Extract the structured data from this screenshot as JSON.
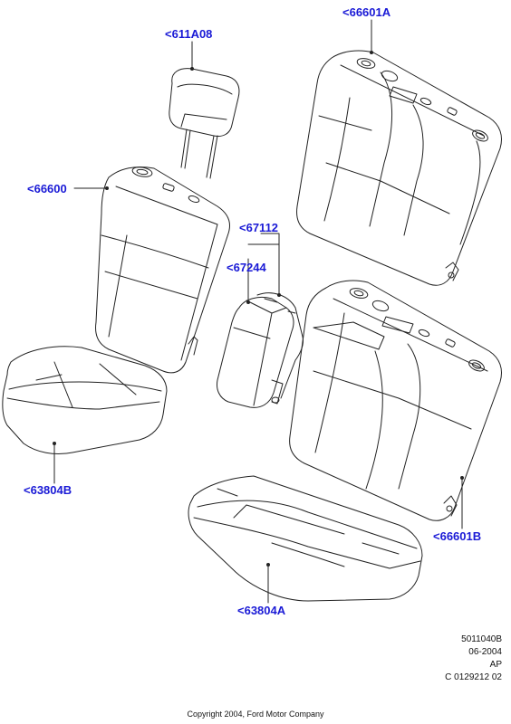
{
  "callouts": {
    "headrest": "<611A08",
    "backrest_cover_right_top": "<66601A",
    "backrest_cover_left": "<66600",
    "armrest_a": "<67112",
    "armrest_b": "<67244",
    "cushion_cover_left": "<63804B",
    "backrest_cover_right_bottom": "<66601B",
    "cushion_cover_right": "<63804A"
  },
  "info": {
    "ref_number": "5011040B",
    "date": "06-2004",
    "code": "AP",
    "catalog": "C 0129212 02"
  },
  "copyright": "Copyright 2004, Ford Motor Company",
  "colors": {
    "callout": "#1a1ad6",
    "line": "#222222"
  }
}
